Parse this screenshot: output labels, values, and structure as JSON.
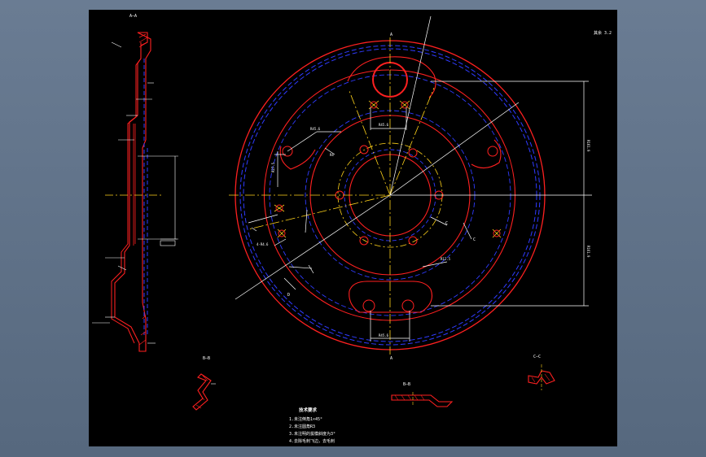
{
  "colors": {
    "frame": "#5d6f86",
    "paper": "#000000",
    "outline": "#ff2020",
    "hidden": "#2f3bff",
    "center": "#ffd21a",
    "dim": "#ffffff"
  },
  "section_labels": {
    "aa": "A—A",
    "bb_left": "B—B",
    "bb_bottom": "B—B",
    "cc": "C—C"
  },
  "roughness": "其余 3.2",
  "notes": {
    "title": "技术要求",
    "items": [
      "1.未注倒角1×45°",
      "2.未注圆角R3",
      "3.未注明的拔模斜度为3°",
      "4.去除毛刺飞边，去毛刺"
    ]
  },
  "marks": {
    "a_top": "A",
    "a_bottom": "A",
    "c_left": "C",
    "c_right": "C",
    "d": "D"
  }
}
